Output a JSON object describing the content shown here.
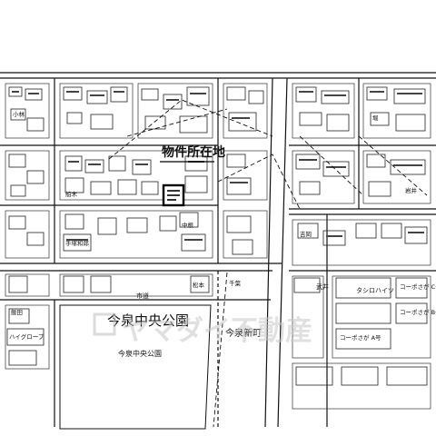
{
  "map": {
    "property_label": "物件所在地",
    "park_label": "今泉中央公園",
    "park_sublabel": "今泉中央公園",
    "area_label": "今泉新町",
    "road_label": "市道",
    "watermark": "ヤマダイ不動産",
    "buildings": [
      "コーポさが C号",
      "コーポさが B号",
      "コーポさが A号",
      "タシロハイツ",
      "ハイグローブ",
      "武井",
      "手塚和郎",
      "船木",
      "中根",
      "松本",
      "堀",
      "小林",
      "岩井",
      "千葉",
      "飯田",
      "吉岡"
    ]
  },
  "colors": {
    "ink": "#111111",
    "road_fill": "#f6f6f6",
    "watermark": "#cfcfcf"
  }
}
